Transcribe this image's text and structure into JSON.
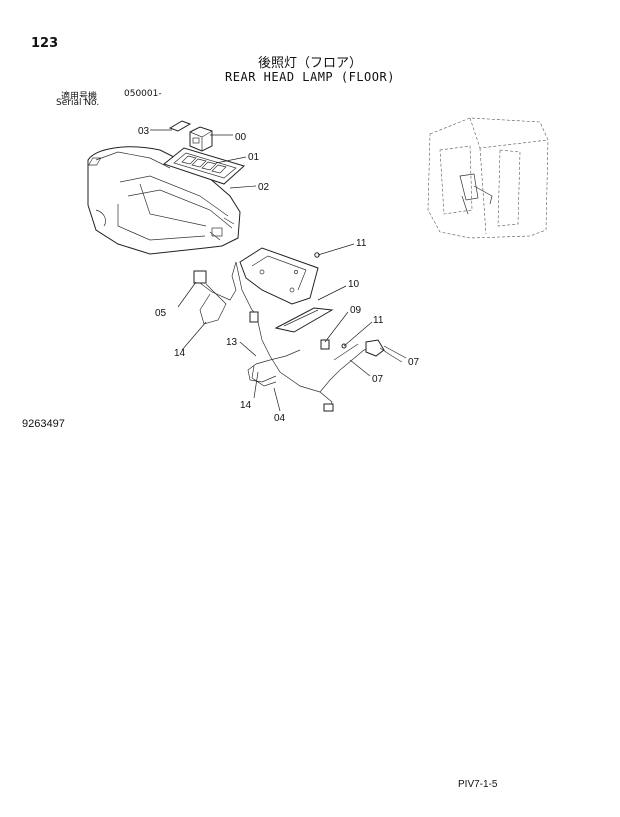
{
  "header": {
    "page_number": "123",
    "title_jp": "後照灯（フロア）",
    "title_en": "REAR HEAD LAMP (FLOOR)",
    "serial_label_jp": "適用号機",
    "serial_value": "050001-",
    "serial_label_en": "Serial No."
  },
  "callouts": {
    "c00": "00",
    "c01": "01",
    "c02": "02",
    "c03": "03",
    "c04": "04",
    "c05": "05",
    "c07a": "07",
    "c07b": "07",
    "c09": "09",
    "c10": "10",
    "c11a": "11",
    "c11b": "11",
    "c13": "13",
    "c14a": "14",
    "c14b": "14"
  },
  "footer": {
    "drawing_number": "9263497",
    "page_reference": "PIV7-1-5"
  }
}
